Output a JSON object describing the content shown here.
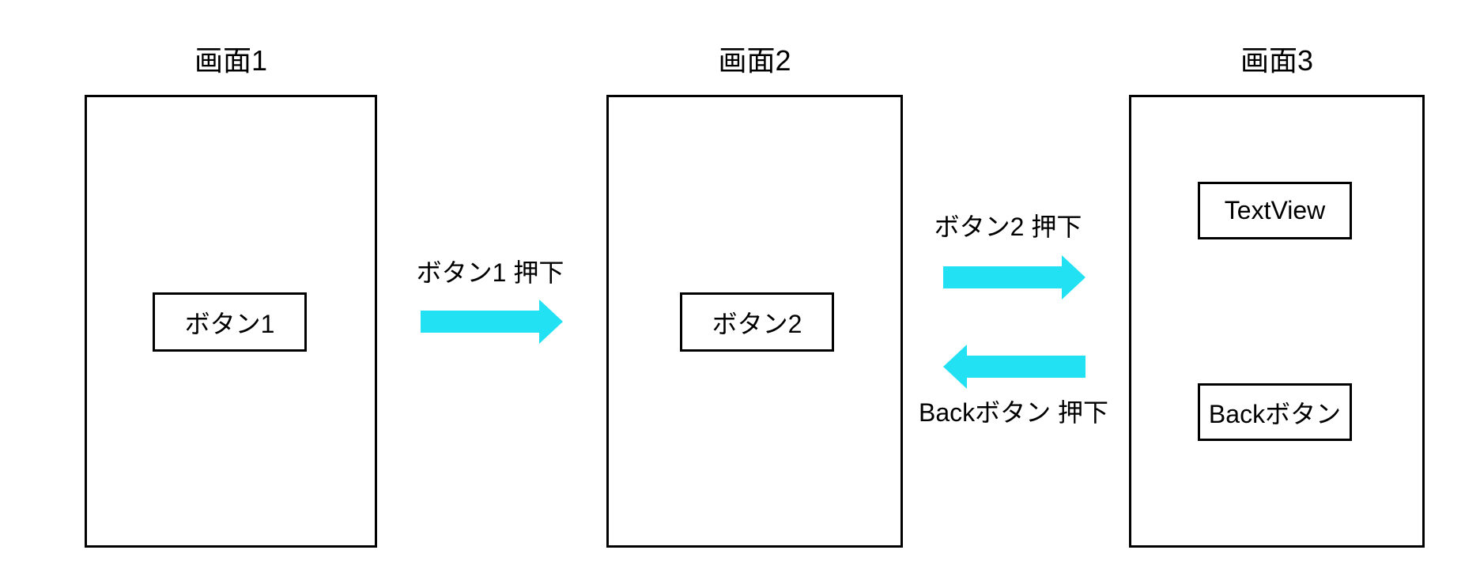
{
  "diagram": {
    "accent_color": "#22E1F2",
    "screens": [
      {
        "title": "画面1",
        "elements": [
          {
            "label": "ボタン1"
          }
        ]
      },
      {
        "title": "画面2",
        "elements": [
          {
            "label": "ボタン2"
          }
        ]
      },
      {
        "title": "画面3",
        "elements": [
          {
            "label": "TextView"
          },
          {
            "label": "Backボタン"
          }
        ]
      }
    ],
    "transitions": [
      {
        "label": "ボタン1 押下",
        "direction": "right"
      },
      {
        "label": "ボタン2 押下",
        "direction": "right"
      },
      {
        "label": "Backボタン 押下",
        "direction": "left"
      }
    ]
  }
}
